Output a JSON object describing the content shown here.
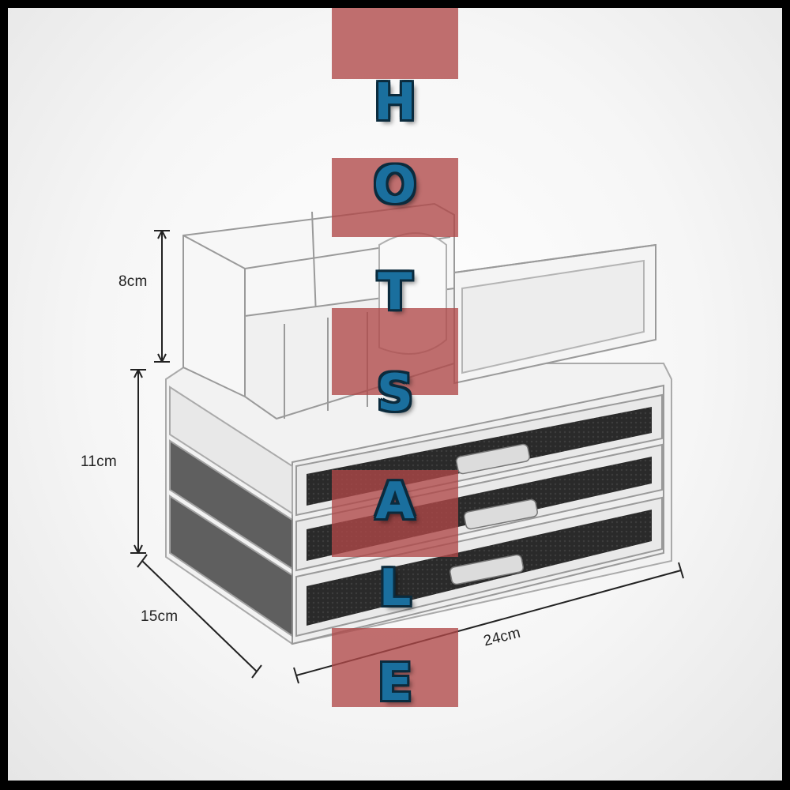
{
  "dimensions": {
    "top_height": "8cm",
    "bottom_height": "11cm",
    "depth": "15cm",
    "width": "24cm"
  },
  "banner": {
    "letters": [
      "H",
      "O",
      "T",
      "S",
      "A",
      "L",
      "E"
    ],
    "band_color": "#b04848",
    "letter_color": "#1a6f9e"
  },
  "product": {
    "drawer_count": 3,
    "object": "clear acrylic cosmetic organizer"
  }
}
